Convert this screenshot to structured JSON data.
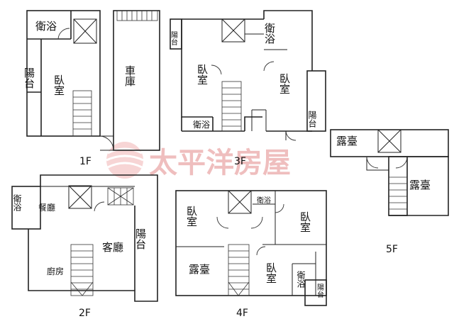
{
  "watermark": {
    "text": "太平洋房屋",
    "color": "#e07474"
  },
  "floors": {
    "f1": {
      "label": "1F",
      "rooms": {
        "bath": "衛浴",
        "balcony": "陽台",
        "bedroom": "臥室",
        "garage": "車庫"
      }
    },
    "f2": {
      "label": "2F",
      "rooms": {
        "bath": "衛浴",
        "dining": "餐廳",
        "living": "客廳",
        "balcony": "陽台",
        "kitchen": "廚房"
      }
    },
    "f3": {
      "label": "3F",
      "rooms": {
        "balcony_left": "陽台",
        "bedroom_left": "臥室",
        "bath_bottom": "衛浴",
        "bath_top": "衛浴",
        "bedroom_right": "臥室",
        "balcony_right": "陽台"
      }
    },
    "f4": {
      "label": "4F",
      "rooms": {
        "bedroom_tl": "臥室",
        "bath_top": "衛浴",
        "bedroom_tr": "臥室",
        "terrace": "露臺",
        "bedroom_br": "臥室",
        "bath_small": "衛浴",
        "balcony": "陽台"
      }
    },
    "f5": {
      "label": "5F",
      "rooms": {
        "terrace_left": "露臺",
        "terrace_right": "露臺"
      }
    }
  }
}
